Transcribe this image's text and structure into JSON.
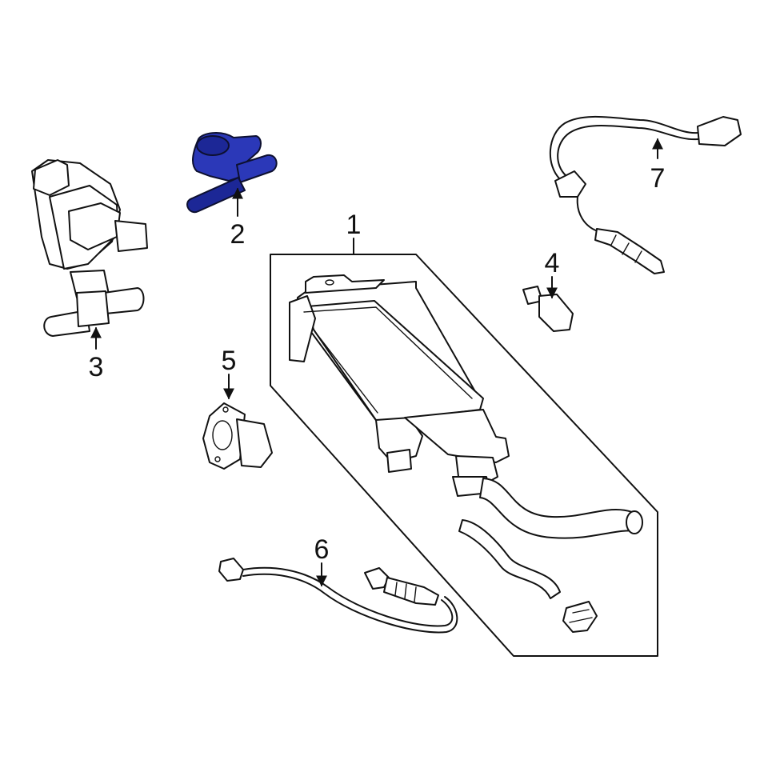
{
  "callouts": [
    {
      "id": "1",
      "label": "1"
    },
    {
      "id": "2",
      "label": "2"
    },
    {
      "id": "3",
      "label": "3"
    },
    {
      "id": "4",
      "label": "4"
    },
    {
      "id": "5",
      "label": "5"
    },
    {
      "id": "6",
      "label": "6"
    },
    {
      "id": "7",
      "label": "7"
    }
  ],
  "colors": {
    "highlight": "#2b38b8",
    "highlight_shade": "#1c2796",
    "line": "#111111",
    "background": "#ffffff"
  },
  "highlighted_part": "2"
}
